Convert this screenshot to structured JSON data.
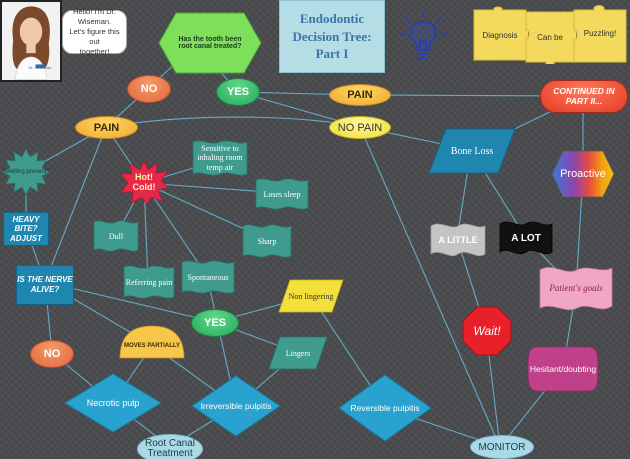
{
  "title": {
    "line1": "Endodontic",
    "line2": "Decision Tree:",
    "line3": "Part I"
  },
  "profile": {
    "nameplate": "Dr. Wiseman"
  },
  "speech": {
    "line1": "Hello! I'm Dr. Wiseman.",
    "line2": "Let's figure this out",
    "line3": "together!"
  },
  "puzzle": {
    "piece1": "Diagnosis",
    "piece2": "Can be",
    "piece3": "Puzzling!"
  },
  "icons": {
    "lightbulb": "lightbulb-icon"
  },
  "colors": {
    "background": "#4a4b4e",
    "connector": "#66b6d6",
    "title_text": "#3b74a8",
    "puzzle": "#f3d95c",
    "teal": "#3f9b8d",
    "blue": "#1f86b0"
  },
  "nodes": {
    "q_treated": "Has the tooth been root canal treated?",
    "no_top": "NO",
    "yes_top": "YES",
    "pain_right": "PAIN",
    "pain_left": "PAIN",
    "no_pain": "NO PAIN",
    "continued": "CONTINUED IN PART II...",
    "bone_loss": "Bone Loss",
    "swelling": "Swelling present?",
    "hot_cold": "Hot! Cold!",
    "sensitive_air": "Sensitive to inhaling room temp air",
    "lasting_sleep": "Loses sleep",
    "dull": "Dull",
    "sharp": "Sharp",
    "referring_pain": "Referring pain",
    "spontaneous": "Spontaneous",
    "heavy_bite": "HEAVY BITE? ADJUST",
    "nerve_alive": "IS THE NERVE ALIVE?",
    "non_lingering": "Non lingering",
    "lingers": "Lingers",
    "yes_mid": "YES",
    "no_bottom": "NO",
    "moves_partially": "MOVES PARTIALLY",
    "necrotic": "Necrotic pulp",
    "irreversible": "Irreversible pulpitis",
    "reversible": "Reversible pulpitis",
    "root_canal": "Root Canal Treatment",
    "monitor": "MONITOR",
    "a_little": "A LITTLE",
    "a_lot": "A LOT",
    "wait": "Wait!",
    "proactive": "Proactive",
    "patient_goals": "Patient's goals",
    "hesitant": "Hesitant/doubting"
  }
}
